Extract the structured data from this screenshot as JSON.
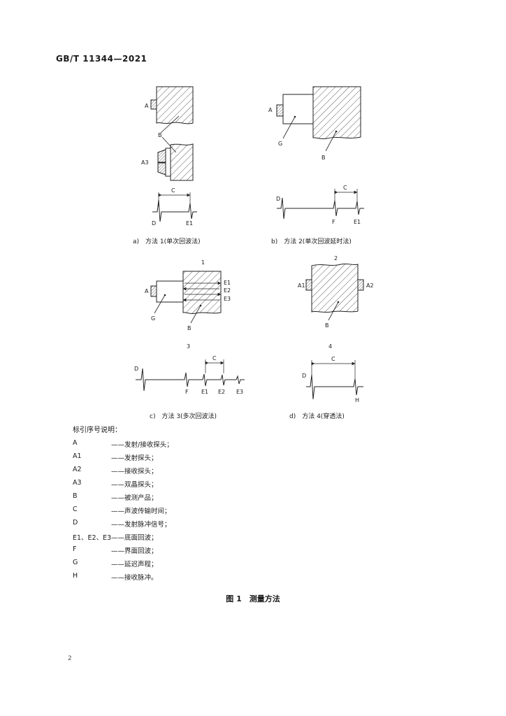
{
  "header": {
    "std_code": "GB/T 11344—2021"
  },
  "labels": {
    "A": "A",
    "A1": "A1",
    "A2": "A2",
    "A3": "A3",
    "B": "B",
    "C": "C",
    "D": "D",
    "E1": "E1",
    "E2": "E2",
    "E3": "E3",
    "F": "F",
    "G": "G",
    "H": "H",
    "n1": "1",
    "n2": "2",
    "n3": "3",
    "n4": "4"
  },
  "captions": {
    "a": "a)　方法 1(单次回波法)",
    "b": "b)　方法 2(单次回波延时法)",
    "c": "c)　方法 3(多次回波法)",
    "d": "d)　方法 4(穿透法)"
  },
  "legend": {
    "title": "标引序号说明：",
    "items": [
      {
        "key": "A",
        "desc": "——发射/接收探头；"
      },
      {
        "key": "A1",
        "desc": "——发射探头；"
      },
      {
        "key": "A2",
        "desc": "——接收探头；"
      },
      {
        "key": "A3",
        "desc": "——双晶探头；"
      },
      {
        "key": "B",
        "desc": "——被测产品；"
      },
      {
        "key": "C",
        "desc": "——声波传输时间；"
      },
      {
        "key": "D",
        "desc": "——发射脉冲信号；"
      },
      {
        "key": "E1、E2、E3",
        "desc": "——底面回波；"
      },
      {
        "key": "F",
        "desc": "——界面回波；"
      },
      {
        "key": "G",
        "desc": "——延迟声程；"
      },
      {
        "key": "H",
        "desc": "——接收脉冲。"
      }
    ]
  },
  "figure_title": "图 1　测量方法",
  "page_number": "2"
}
